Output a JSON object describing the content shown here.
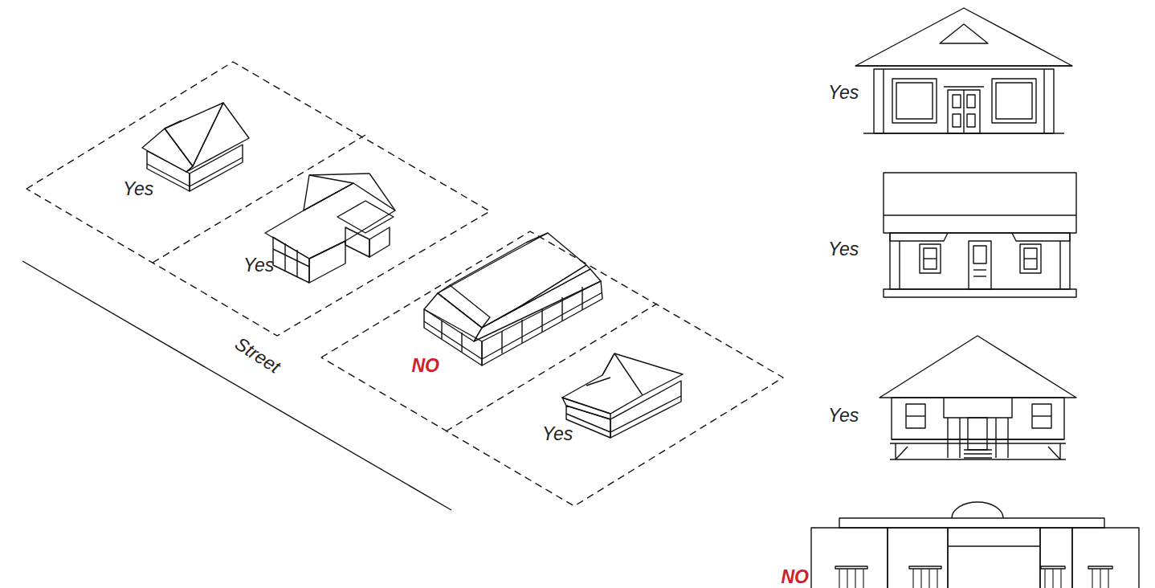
{
  "diagram": {
    "labels": [
      "Yes",
      "Yes",
      "Street",
      "NO",
      "Yes",
      "Yes",
      "Yes",
      "Yes",
      "NO"
    ]
  }
}
